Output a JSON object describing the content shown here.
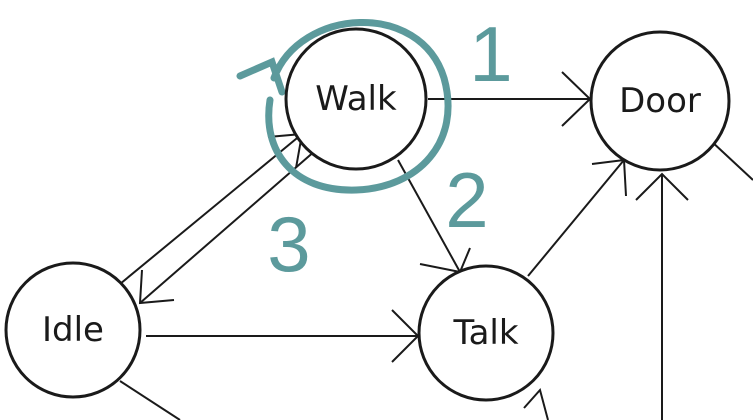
{
  "diagram": {
    "states": [
      {
        "id": "walk",
        "label": "Walk"
      },
      {
        "id": "door",
        "label": "Door"
      },
      {
        "id": "idle",
        "label": "Idle"
      },
      {
        "id": "talk",
        "label": "Talk"
      }
    ],
    "annotations": [
      {
        "id": "annotation-1",
        "text": "1"
      },
      {
        "id": "annotation-2",
        "text": "2"
      },
      {
        "id": "annotation-3",
        "text": "3"
      }
    ],
    "colors": {
      "node_stroke": "#1a1a1a",
      "edge": "#1a1a1a",
      "annotation": "#5c9a9c"
    }
  }
}
